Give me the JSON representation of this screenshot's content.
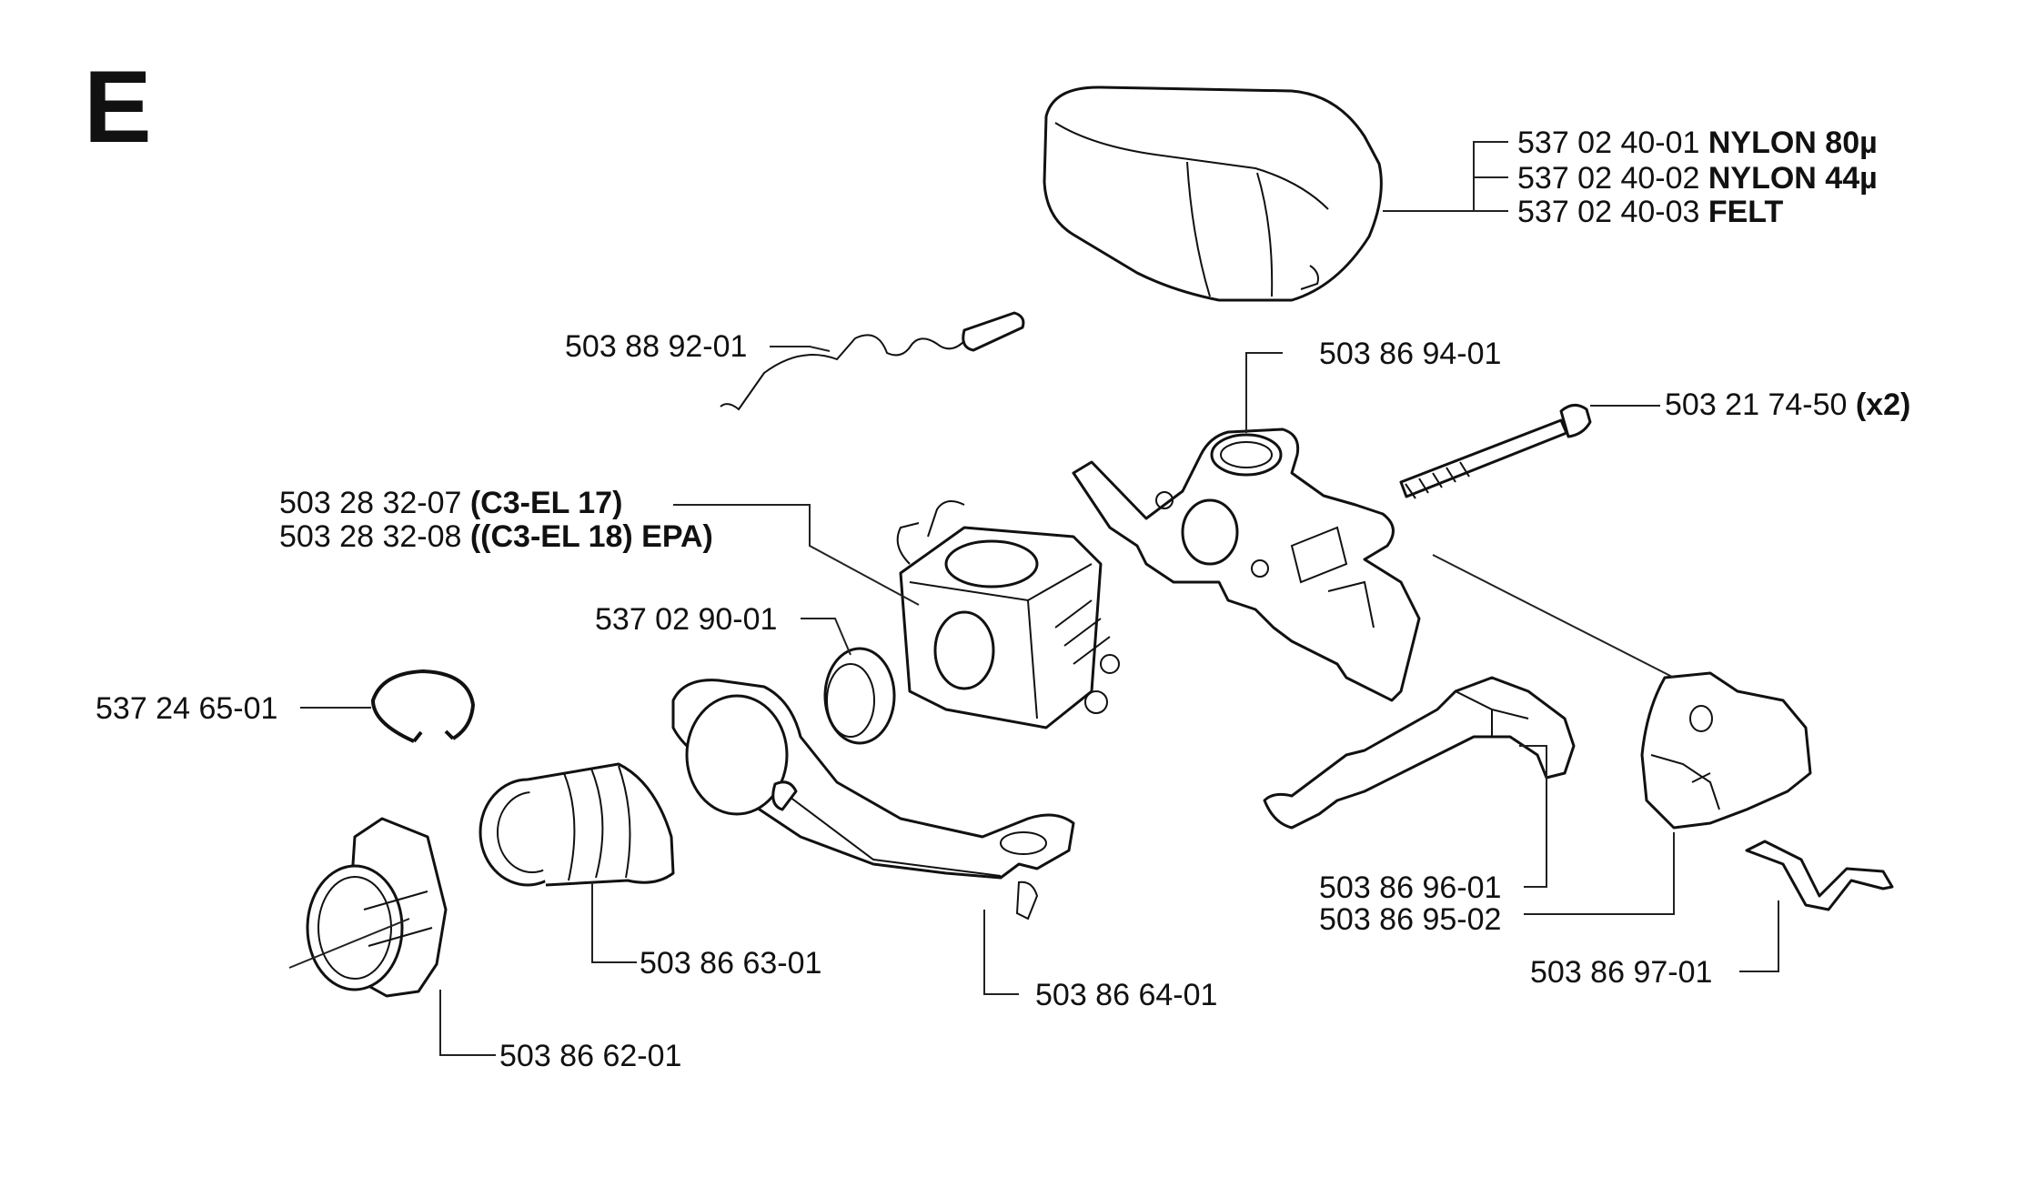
{
  "section": "E",
  "callouts": [
    {
      "id": "air-filter-80",
      "number": "537 02 40-01",
      "note": "NYLON 80µ"
    },
    {
      "id": "air-filter-44",
      "number": "537 02 40-02",
      "note": "NYLON 44µ"
    },
    {
      "id": "air-filter-felt",
      "number": "537 02 40-03",
      "note": "FELT"
    },
    {
      "id": "choke-rod",
      "number": "503 88 92-01",
      "note": ""
    },
    {
      "id": "carb-holder",
      "number": "503 86 94-01",
      "note": ""
    },
    {
      "id": "screw",
      "number": "503 21 74-50",
      "note": "(x2)"
    },
    {
      "id": "carb-17",
      "number": "503 28 32-07",
      "note": "(C3-EL 17)"
    },
    {
      "id": "carb-18",
      "number": "503 28 32-08",
      "note": "((C3-EL 18) EPA)"
    },
    {
      "id": "seal-ring",
      "number": "537 02 90-01",
      "note": ""
    },
    {
      "id": "circlip",
      "number": "537 24 65-01",
      "note": ""
    },
    {
      "id": "intake-bellows",
      "number": "503 86 63-01",
      "note": ""
    },
    {
      "id": "intake-flange",
      "number": "503 86 62-01",
      "note": ""
    },
    {
      "id": "heat-shield",
      "number": "503 86 64-01",
      "note": ""
    },
    {
      "id": "throttle-link",
      "number": "503 86 96-01",
      "note": ""
    },
    {
      "id": "choke-cover",
      "number": "503 86 95-02",
      "note": ""
    },
    {
      "id": "spring-clip",
      "number": "503 86 97-01",
      "note": ""
    }
  ]
}
